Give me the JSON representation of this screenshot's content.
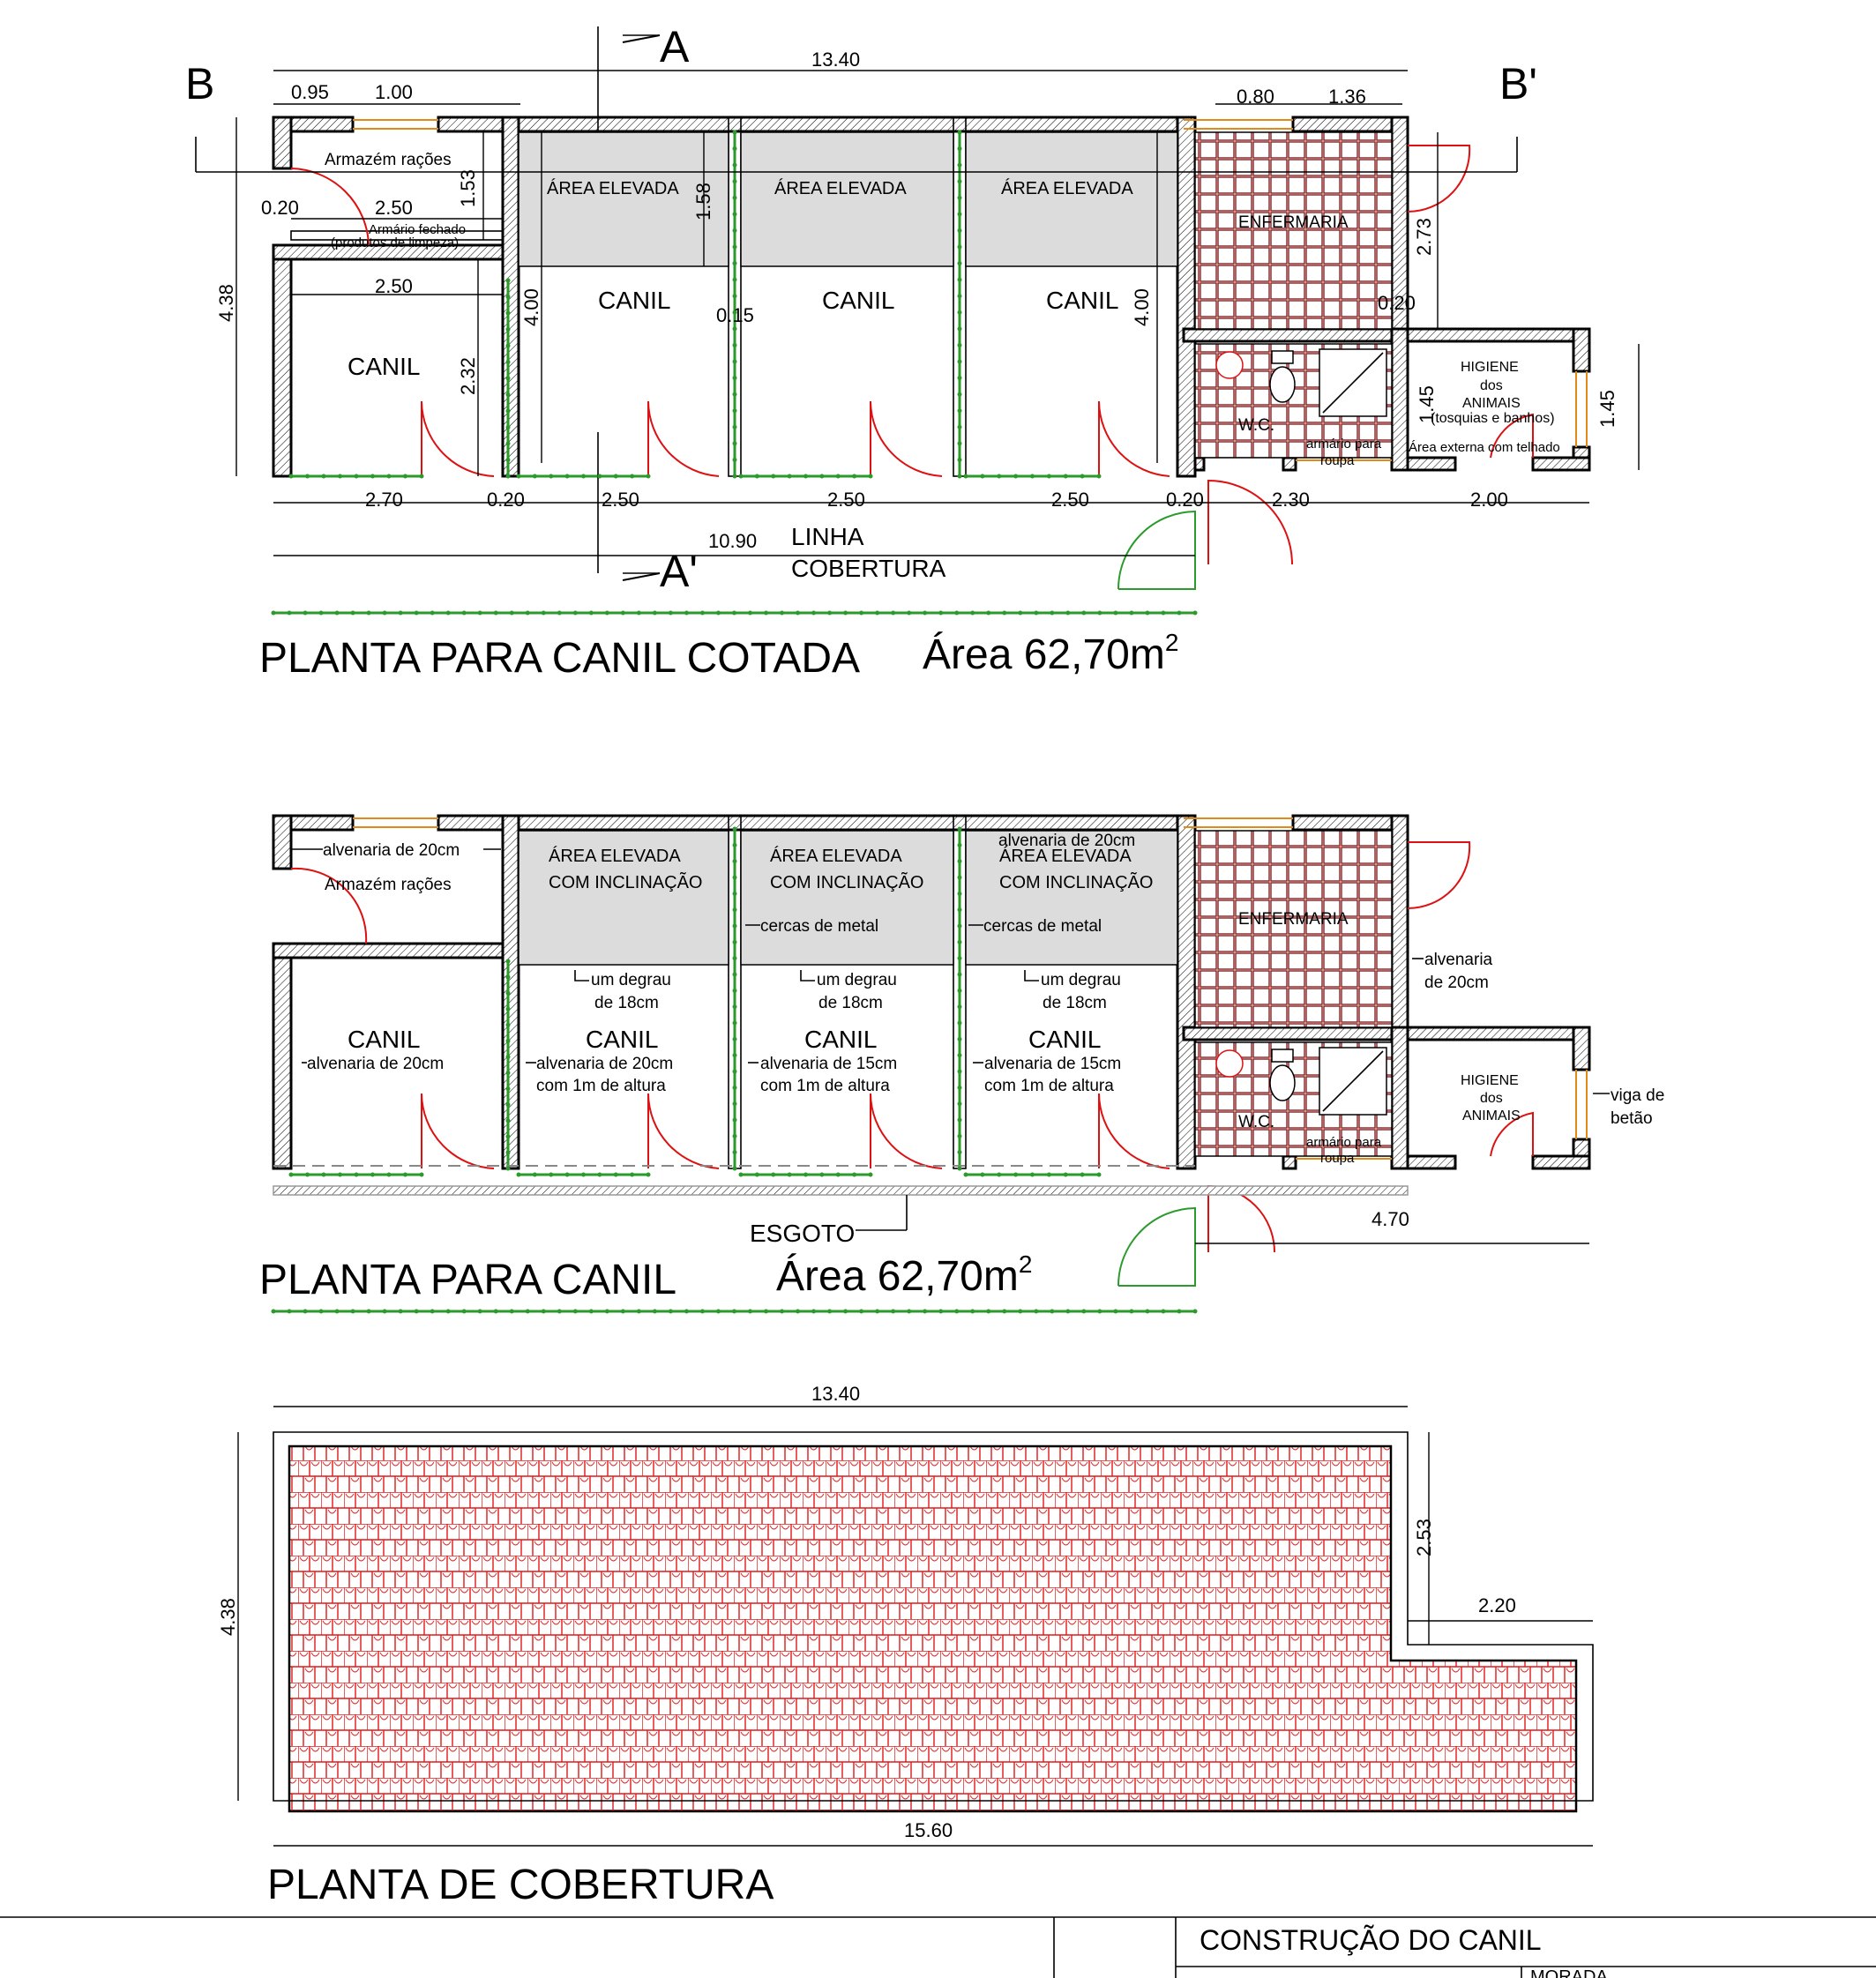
{
  "plan1": {
    "title": "PLANTA PARA CANIL COTADA",
    "area": "Área 62,70m",
    "area_sup": "2",
    "section_a": "A",
    "section_a2": "A'",
    "section_b": "B",
    "section_b2": "B'",
    "rooms": {
      "armazem": "Armazém rações",
      "armario1": "Armário fechado",
      "armario2": "(produtos de limpeza)",
      "canil": "CANIL",
      "area_elevada": "ÁREA ELEVADA",
      "enfermaria": "ENFERMARIA",
      "wc": "W.C.",
      "roupa1": "armário para",
      "roupa2": "roupa",
      "higiene1": "HIGIENE",
      "higiene2": "dos",
      "higiene3": "ANIMAIS",
      "higiene4": "(tosquias e banhos)",
      "externa": "Área externa com telhado"
    },
    "linha1": "LINHA",
    "linha2": "COBERTURA",
    "dims": {
      "total": "13.40",
      "d095": "0.95",
      "d100": "1.00",
      "d080": "0.80",
      "d136": "1.36",
      "d020a": "0.20",
      "d250a": "2.50",
      "d153": "1.53",
      "d250b": "2.50",
      "d438": "4.38",
      "d232": "2.32",
      "d400a": "4.00",
      "d158": "1.58",
      "d015": "0.15",
      "d400b": "4.00",
      "d273": "2.73",
      "d020b": "0.20",
      "d145a": "1.45",
      "d145b": "1.45",
      "b270": "2.70",
      "b020a": "0.20",
      "b250a": "2.50",
      "b250b": "2.50",
      "b250c": "2.50",
      "b020b": "0.20",
      "b230": "2.30",
      "b200": "2.00",
      "b1090": "10.90"
    }
  },
  "plan2": {
    "title": "PLANTA PARA CANIL",
    "area": "Área 62,70m",
    "area_sup": "2",
    "alv20": "alvenaria de 20cm",
    "alv20b": "alvenaria de 20cm",
    "alv20c": "alvenaria de 20cm",
    "armazem": "Armazém rações",
    "elev1": "ÁREA ELEVADA",
    "elev2": "COM INCLINAÇÃO",
    "cercas": "cercas de metal",
    "degrau1": "um degrau",
    "degrau2": "de 18cm",
    "canil": "CANIL",
    "alv20_1m": "alvenaria de 20cm",
    "alv15_1m": "alvenaria de 15cm",
    "com1m": "com 1m de altura",
    "enfermaria": "ENFERMARIA",
    "alvenaria": "alvenaria",
    "de20": "de 20cm",
    "wc": "W.C.",
    "roupa1": "armário para",
    "roupa2": "roupa",
    "higiene1": "HIGIENE",
    "higiene2": "dos",
    "higiene3": "ANIMAIS",
    "viga1": "viga de",
    "viga2": "betão",
    "esgoto": "ESGOTO",
    "d470": "4.70"
  },
  "plan3": {
    "title": "PLANTA DE COBERTURA",
    "d1340": "13.40",
    "d438": "4.38",
    "d253": "2.53",
    "d220": "2.20",
    "d1560": "15.60"
  },
  "titleblock": {
    "project": "CONSTRUÇÃO DO CANIL",
    "field": "MORADA"
  }
}
